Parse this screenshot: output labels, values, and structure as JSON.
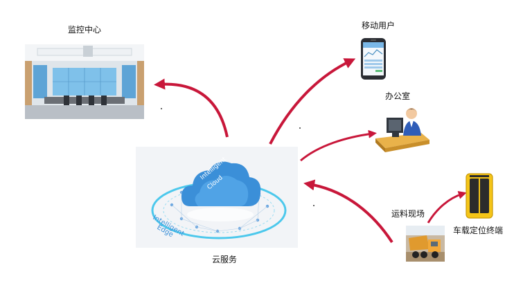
{
  "labels": {
    "monitor": "监控中心",
    "mobile": "移动用户",
    "office": "办公室",
    "cloud": "云服务",
    "site": "运料现场",
    "terminal": "车载定位终端"
  },
  "cloud_text": {
    "line1": "Intelligent",
    "line2": "Cloud",
    "edge1": "Intelligent",
    "edge2": "Edge"
  },
  "colors": {
    "arrow": "#c8173a",
    "cloud": "#3b8fd8",
    "ring": "#4cc8ec",
    "yellow": "#f5c518"
  }
}
